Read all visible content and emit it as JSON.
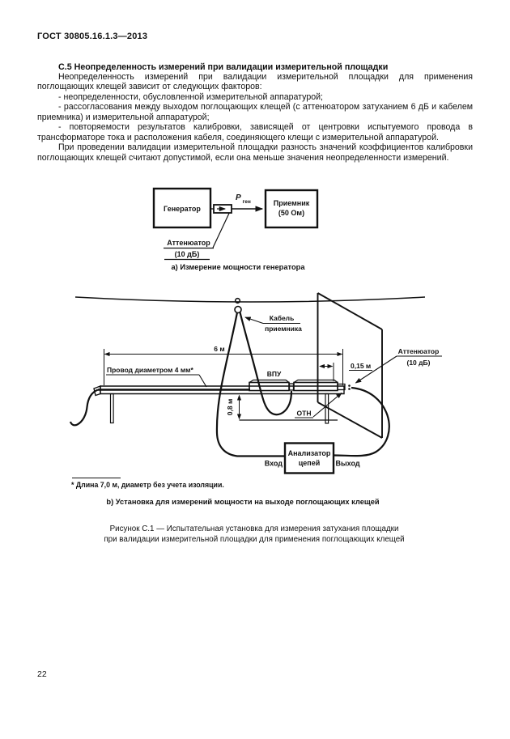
{
  "page": {
    "header": "ГОСТ 30805.16.1.3—2013",
    "page_number": "22"
  },
  "section": {
    "heading": "С.5 Неопределенность измерений при валидации измерительной площадки",
    "paragraphs": [
      "Неопределенность измерений при валидации измерительной площадки для применения поглощающих клещей зависит от следующих факторов:",
      "- неопределенности, обусловленной измерительной аппаратурой;",
      "- рассогласования между выходом поглощающих клещей (с аттенюатором затуханием 6 дБ и кабелем приемника) и измерительной аппаратурой;",
      "- повторяемости результатов калибровки, зависящей от центровки испытуемого провода в трансформаторе тока и расположения кабеля, соединяющего клещи с измерительной аппаратурой.",
      "При проведении валидации измерительной площадки разность значений коэффициентов калибровки поглощающих клещей считают допустимой, если она меньше значения неопределенности измерений."
    ]
  },
  "figure": {
    "diagram_a": {
      "generator_label": "Генератор",
      "power_label_main": "P",
      "power_label_sub": "ген",
      "receiver_label_line1": "Приемник",
      "receiver_label_line2": "(50 Ом)",
      "attenuator_label_line1": "Аттенюатор",
      "attenuator_label_line2": "(10 дБ)",
      "caption": "а) Измерение мощности генератора"
    },
    "diagram_b": {
      "cable_label_line1": "Кабель",
      "cable_label_line2": "приемника",
      "dim_6m": "6 м",
      "dim_015m": "0,15 м",
      "dim_08m": "0,8 м",
      "wire_label": "Провод диаметром 4 мм*",
      "vpu_label": "ВПУ",
      "otn_label": "ОТН",
      "attenuator_label_line1": "Аттенюатор",
      "attenuator_label_line2": "(10 дБ)",
      "analyzer_label_line1": "Анализатор",
      "analyzer_label_line2": "цепей",
      "input_label": "Вход",
      "output_label": "Выход",
      "caption": "b) Установка для измерений мощности на выходе поглощающих клещей"
    },
    "footnote": "* Длина 7,0 м, диаметр без учета изоляции.",
    "caption_line1": "Рисунок С.1 — Испытательная установка для измерения затухания площадки",
    "caption_line2": "при валидации  измерительной  площадки для применения  поглощающих клещей"
  }
}
